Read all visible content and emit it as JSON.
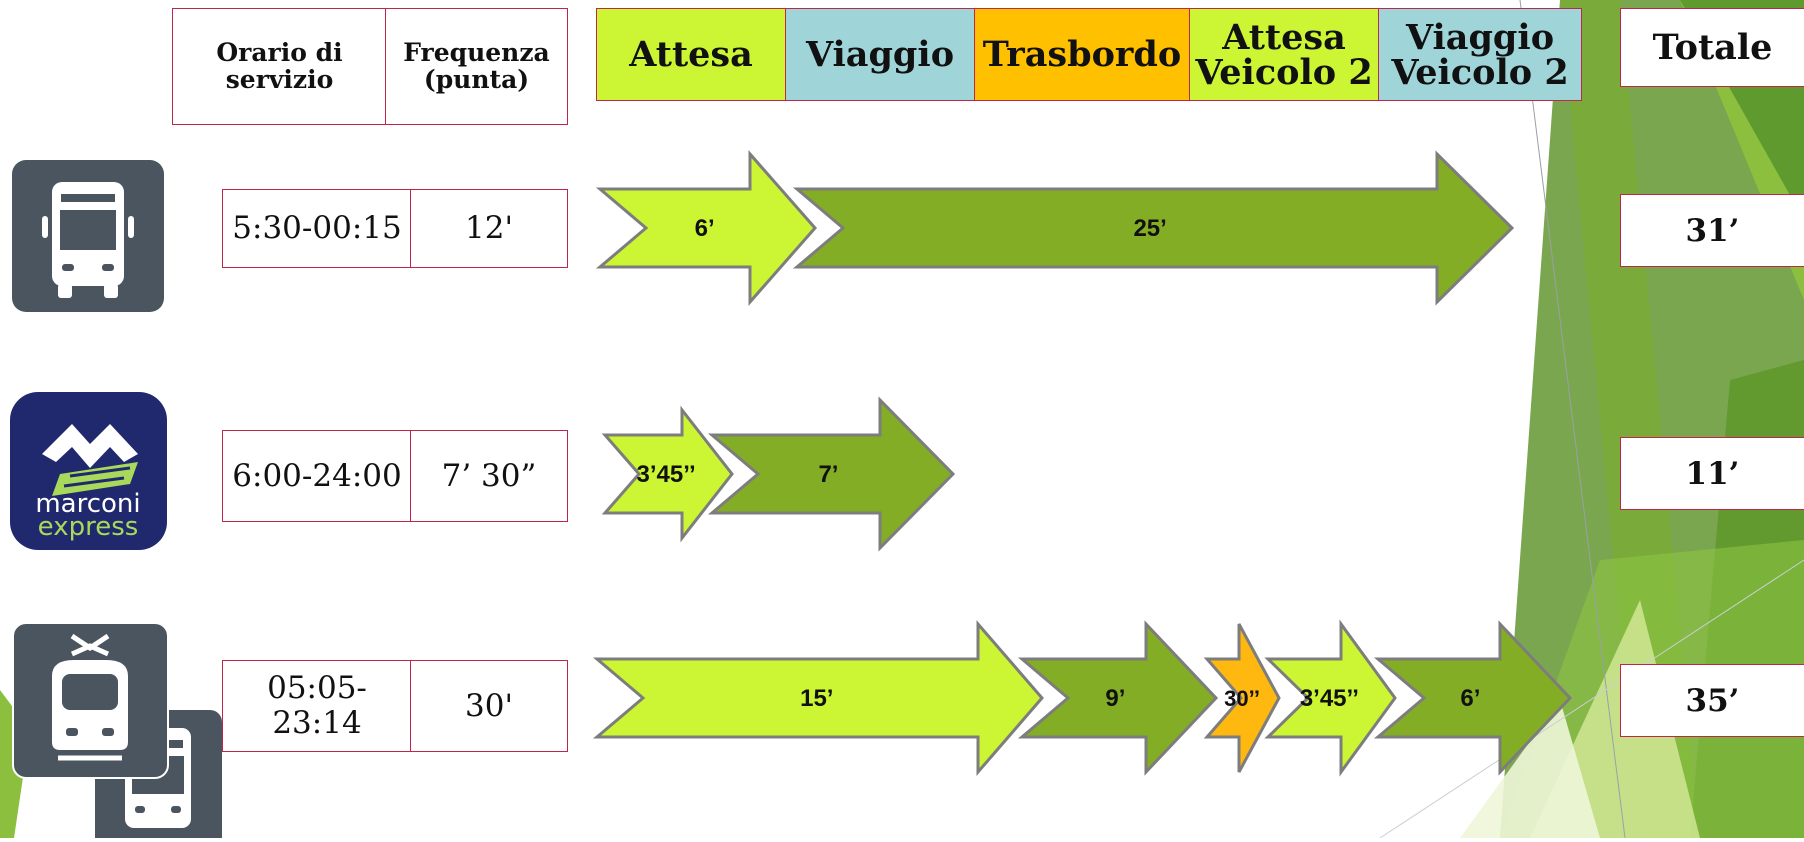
{
  "headers": {
    "orario": "Orario di servizio",
    "frequenza": "Frequenza (punta)",
    "attesa": "Attesa",
    "viaggio": "Viaggio",
    "trasbordo": "Trasbordo",
    "attesa2": "Attesa Veicolo 2",
    "viaggio2": "Viaggio Veicolo 2",
    "totale": "Totale"
  },
  "colors": {
    "attesa": "#ccf533",
    "viaggio": "#9fd5d9",
    "trasbordo": "#ffc000",
    "travel_arrow": "#84ad26",
    "wait_arrow": "#ccf533",
    "transfer_arrow": "#ffb80f",
    "border": "#c0264a"
  },
  "icons": {
    "bus": "bus-icon",
    "marconi": "marconi-express-logo",
    "train": "train-icon",
    "bus_small": "bus-icon"
  },
  "logo": {
    "line1": "marconi",
    "line2": "express"
  },
  "rows": [
    {
      "mode": "bus",
      "orario": "5:30-00:15",
      "frequenza": "12'",
      "totale": "31’",
      "segments": [
        {
          "kind": "wait",
          "label": "6’",
          "minutes": 6
        },
        {
          "kind": "travel",
          "label": "25’",
          "minutes": 25
        }
      ]
    },
    {
      "mode": "marconi-express",
      "orario": "6:00-24:00",
      "frequenza": "7’ 30”",
      "totale": "11’",
      "segments": [
        {
          "kind": "wait",
          "label": "3’45’’",
          "minutes": 3.75
        },
        {
          "kind": "travel",
          "label": "7’",
          "minutes": 7
        }
      ]
    },
    {
      "mode": "train-bus",
      "orario": "05:05-23:14",
      "frequenza": "30'",
      "totale": "35’",
      "segments": [
        {
          "kind": "wait",
          "label": "15’",
          "minutes": 15
        },
        {
          "kind": "travel",
          "label": "9’",
          "minutes": 9
        },
        {
          "kind": "transfer",
          "label": "30’’",
          "minutes": 0.5
        },
        {
          "kind": "wait",
          "label": "3’45’’",
          "minutes": 3.75
        },
        {
          "kind": "travel",
          "label": "6’",
          "minutes": 6
        }
      ]
    }
  ]
}
